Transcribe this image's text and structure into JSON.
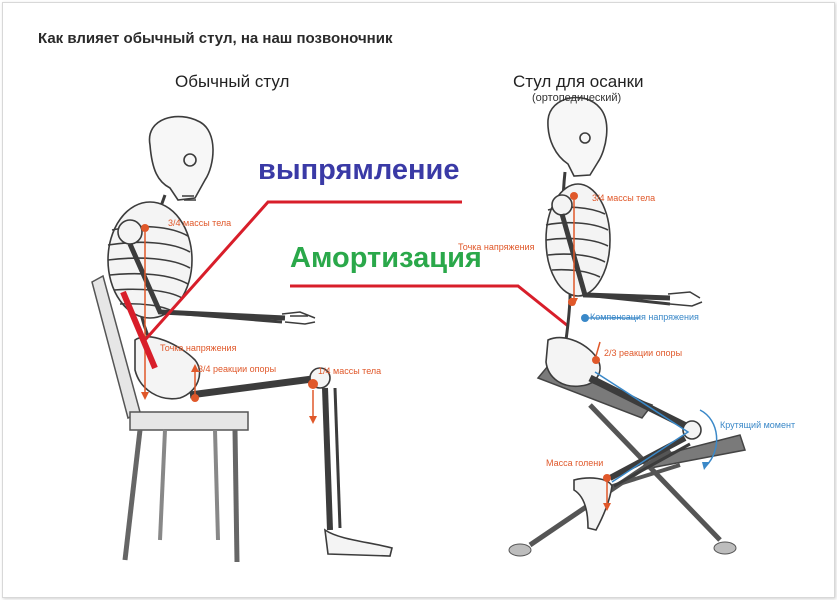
{
  "title": "Как влияет обычный стул, на наш позвоночник",
  "left_panel": {
    "heading": "Обычный стул",
    "labels": {
      "mass_34": "3/4 массы тела",
      "stress_point": "Точка напряжения",
      "support_34": "3/4 реакции опоры",
      "mass_14": "1/4 массы тела"
    }
  },
  "right_panel": {
    "heading": "Стул для осанки",
    "subheading": "(ортопедический)",
    "labels": {
      "mass_34": "3/4 массы тела",
      "stress_point": "Точка напряжения",
      "compensation": "Компенсация напряжения",
      "support_23": "2/3 реакции опоры",
      "torque": "Крутящий момент",
      "shin_mass": "Масса голени"
    }
  },
  "annotations": {
    "straightening": "выпрямление",
    "cushioning": "Амортизация"
  },
  "colors": {
    "straightening": "#3a3aa6",
    "cushioning": "#2aa84a",
    "red_line": "#d81e2a",
    "label_orange": "#e0582a",
    "label_blue": "#3a88c8"
  }
}
